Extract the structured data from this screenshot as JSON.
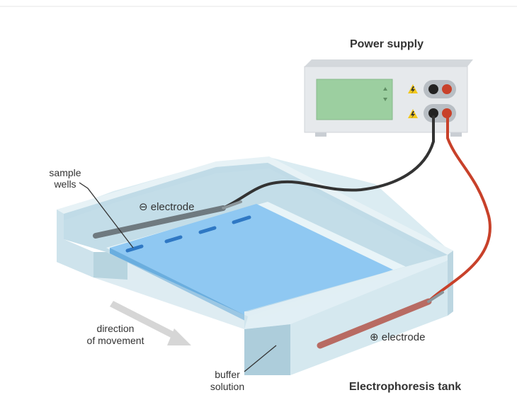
{
  "labels": {
    "power_supply": "Power supply",
    "sample_wells_line1": "sample",
    "sample_wells_line2": "wells",
    "negative_electrode": "⊖ electrode",
    "positive_electrode": "⊕ electrode",
    "direction_line1": "direction",
    "direction_line2": "of movement",
    "buffer_line1": "buffer",
    "buffer_line2": "solution",
    "tank": "Electrophoresis tank"
  },
  "colors": {
    "gel": "#8fc8f2",
    "well": "#2f78c4",
    "tank_glass": "#cfe6ee",
    "power_body": "#e3e6ea",
    "display": "#9ccfa0",
    "black_wire": "#333333",
    "red_wire": "#c8412a",
    "positive_electrode": "#b86b63",
    "negative_electrode": "#6f7a80",
    "warning": "#f2c81e"
  },
  "icons": [
    "lightning-warning-icon",
    "up-arrow-icon",
    "down-arrow-icon"
  ]
}
